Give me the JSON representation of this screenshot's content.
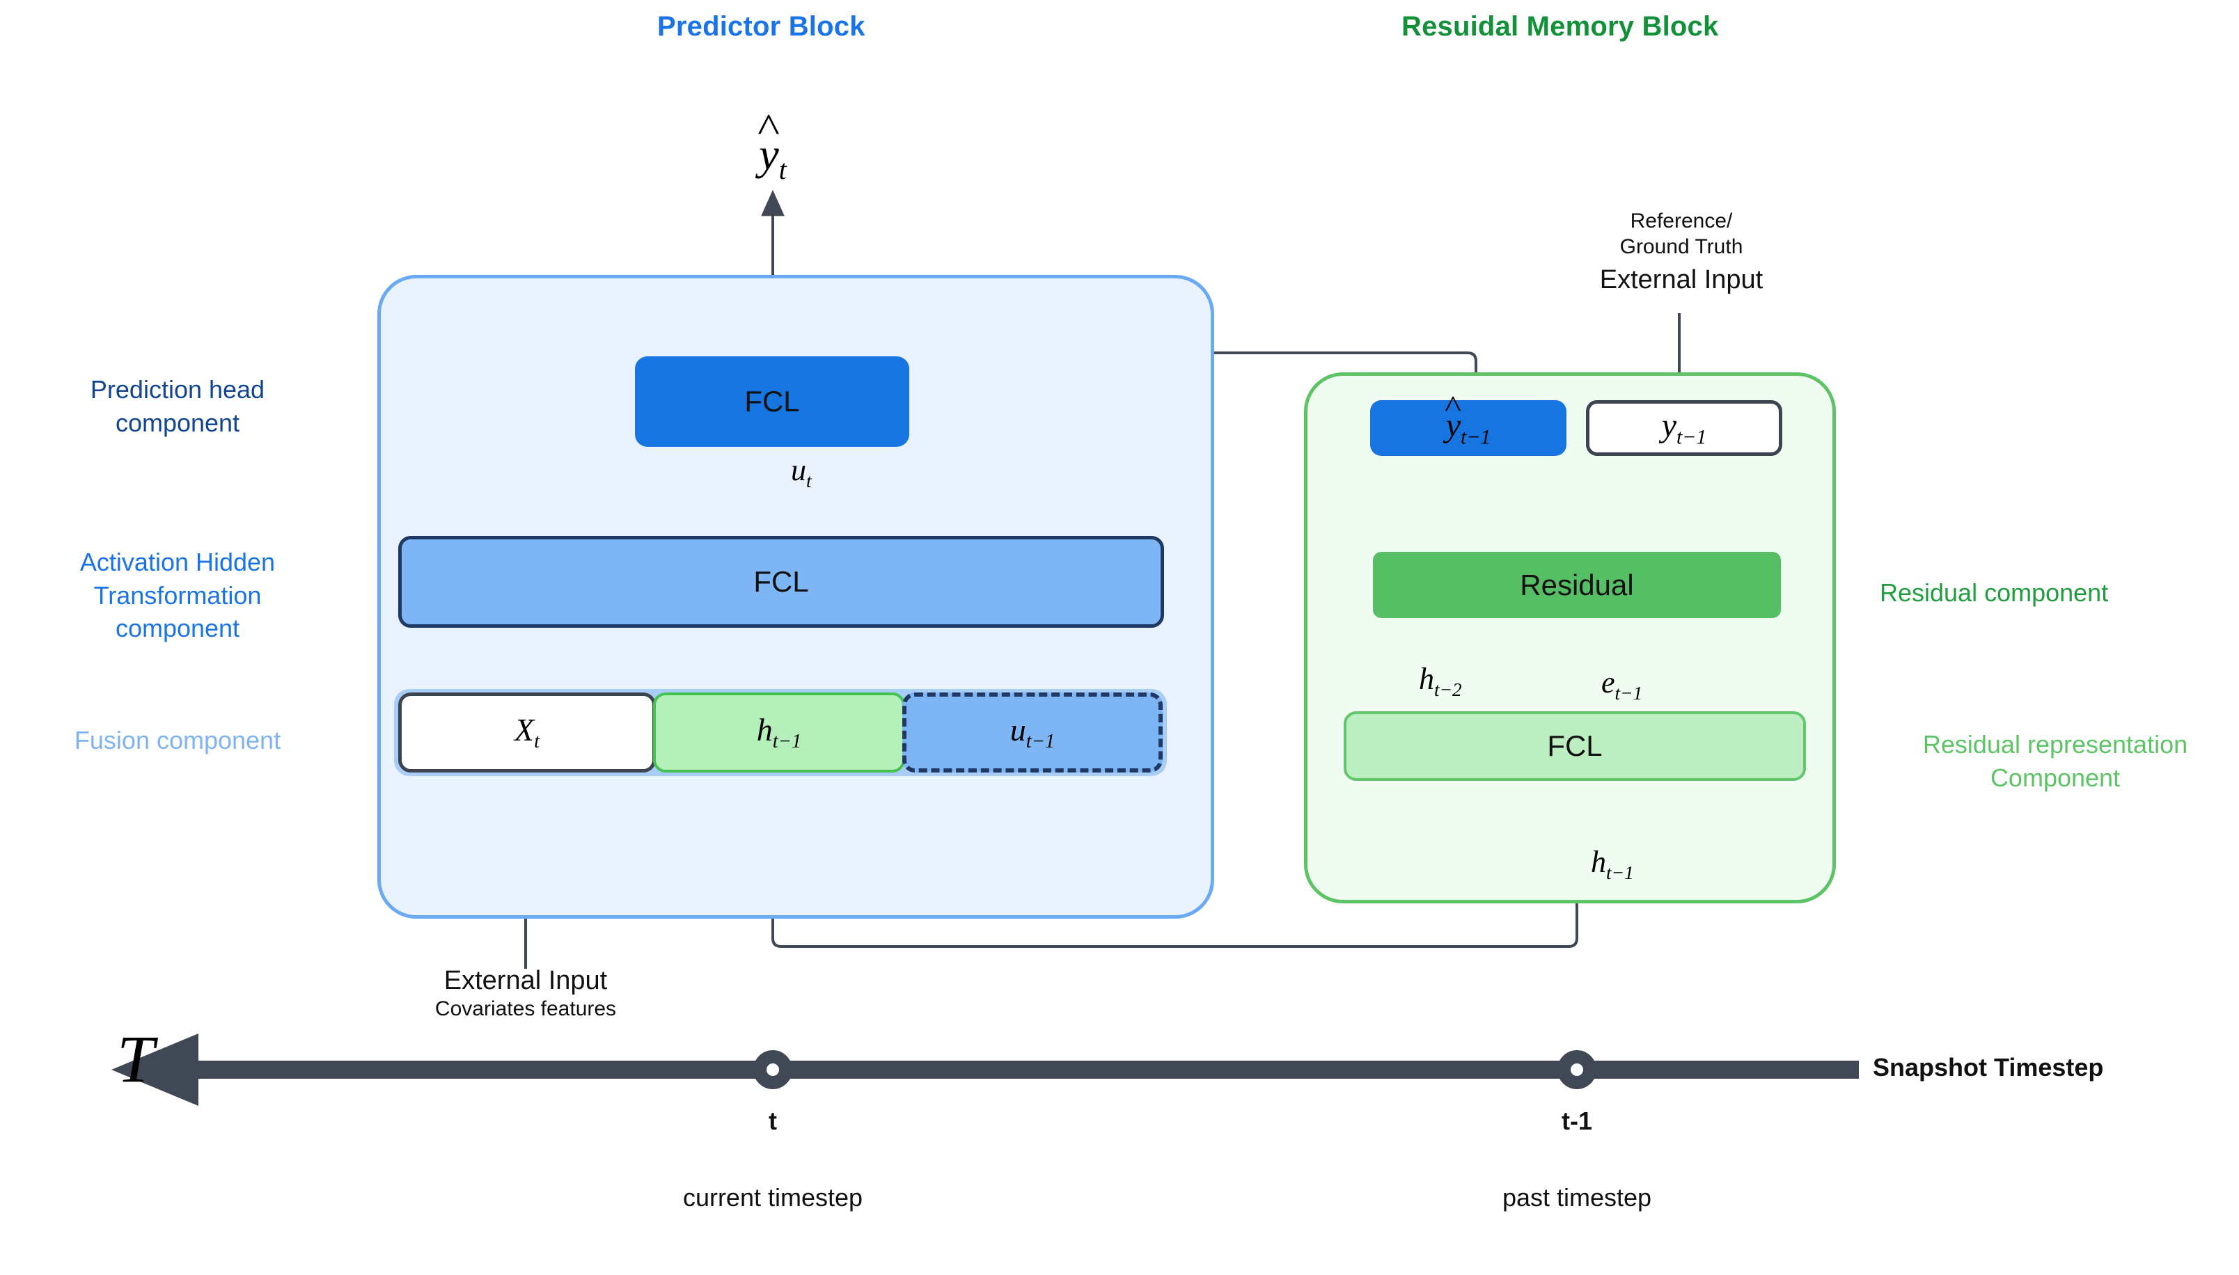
{
  "headers": {
    "predictor": "Predictor Block",
    "residual": "Resuidal Memory Block",
    "predictor_color": "#1a73e8",
    "residual_color": "#139139"
  },
  "predictor_block": {
    "output_label": "ŷt",
    "prediction_head": {
      "label": "FCL",
      "color": "#1675e0"
    },
    "hidden_transform": {
      "label": "FCL",
      "color": "#7eb6f5"
    },
    "activation_label": "ut",
    "fusion_cells": [
      {
        "label": "Xt",
        "name": "x-t",
        "color": "#ffffff"
      },
      {
        "label": "ht−1",
        "name": "h-tm1",
        "color": "#b5efb9"
      },
      {
        "label": "ut−1",
        "name": "u-tm1",
        "color": "#7eb6f5"
      }
    ],
    "external_input": {
      "title": "External Input",
      "subtitle": "Covariates features"
    }
  },
  "residual_block": {
    "external_input": {
      "line1": "Reference/",
      "line2": "Ground Truth",
      "title": "External Input"
    },
    "pred_box": {
      "label": "ŷt−1",
      "color": "#1675e0"
    },
    "truth_box": {
      "label": "yt−1",
      "color": "#ffffff"
    },
    "residual": {
      "label": "Residual",
      "color": "#56bf66"
    },
    "fcl": {
      "label": "FCL",
      "color": "#bdeec2"
    },
    "edge_labels": {
      "error": "et−1",
      "prev_hidden": "ht−2",
      "out_hidden": "ht−1"
    }
  },
  "left_captions": [
    {
      "name": "prediction-head",
      "text": "Prediction head\ncomponent",
      "color": "#12458f"
    },
    {
      "name": "activation-hidden",
      "text": "Activation Hidden\nTransformation\ncomponent",
      "color": "#1a73e8"
    },
    {
      "name": "fusion",
      "text": "Fusion component",
      "color": "#7fb3f2"
    }
  ],
  "right_captions": [
    {
      "name": "residual-component",
      "text": "Residual component",
      "color": "#1e9e3e"
    },
    {
      "name": "residual-representation",
      "text": "Residual representation\nComponent",
      "color": "#5cc465"
    }
  ],
  "timeline": {
    "axis_symbol": "T",
    "axis_label": "Snapshot Timestep",
    "ticks": [
      {
        "mark": "t",
        "caption": "current timestep"
      },
      {
        "mark": "t-1",
        "caption": "past timestep"
      }
    ],
    "bar_color": "#3f4854"
  }
}
